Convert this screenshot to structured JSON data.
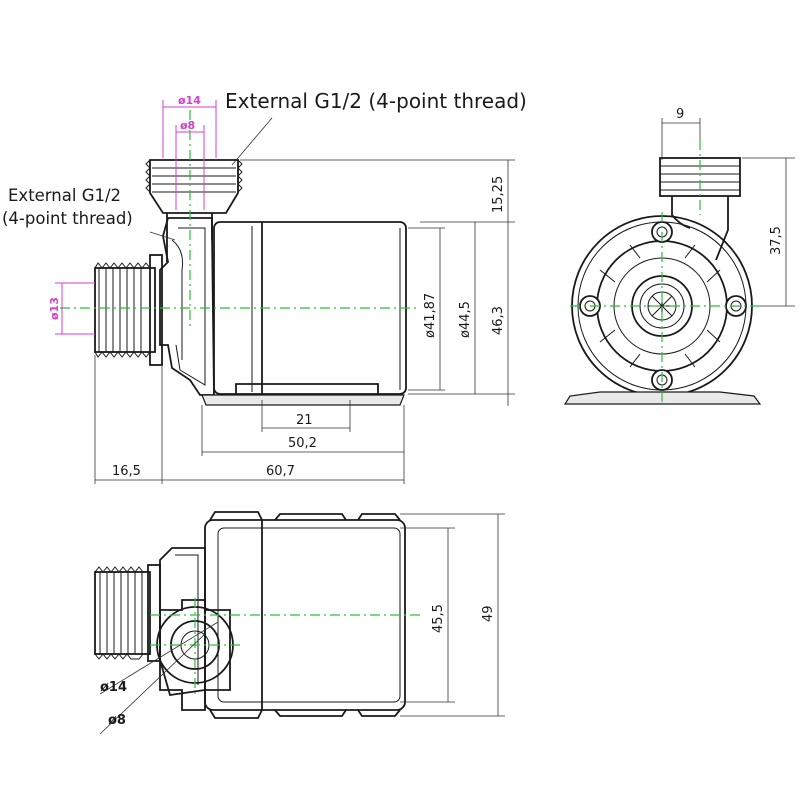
{
  "callouts": {
    "top_outlet": "External G1/2 (4-point thread)",
    "side_inlet_line1": "External G1/2",
    "side_inlet_line2": "(4-point thread)"
  },
  "dimensions": {
    "outlet_outer_diameter": "ø14",
    "outlet_inner_diameter": "ø8",
    "outlet_height": "15,25",
    "motor_diameter_inner": "ø41,87",
    "motor_diameter_outer": "ø44,5",
    "total_height": "46,3",
    "inlet_diameter": "ø13",
    "base_slot_width": "21",
    "base_width": "50,2",
    "inlet_length": "16,5",
    "body_length": "60,7",
    "outlet_offset": "9",
    "outlet_height_side": "37,5",
    "bottom_body_width": "45,5",
    "bottom_total_width": "49",
    "bottom_outer_diameter": "ø14",
    "bottom_inner_diameter": "ø8"
  },
  "colors": {
    "line": "#1a1a1a",
    "centerline": "#2bbf3a",
    "outlet_dimension": "#d63fd0"
  }
}
